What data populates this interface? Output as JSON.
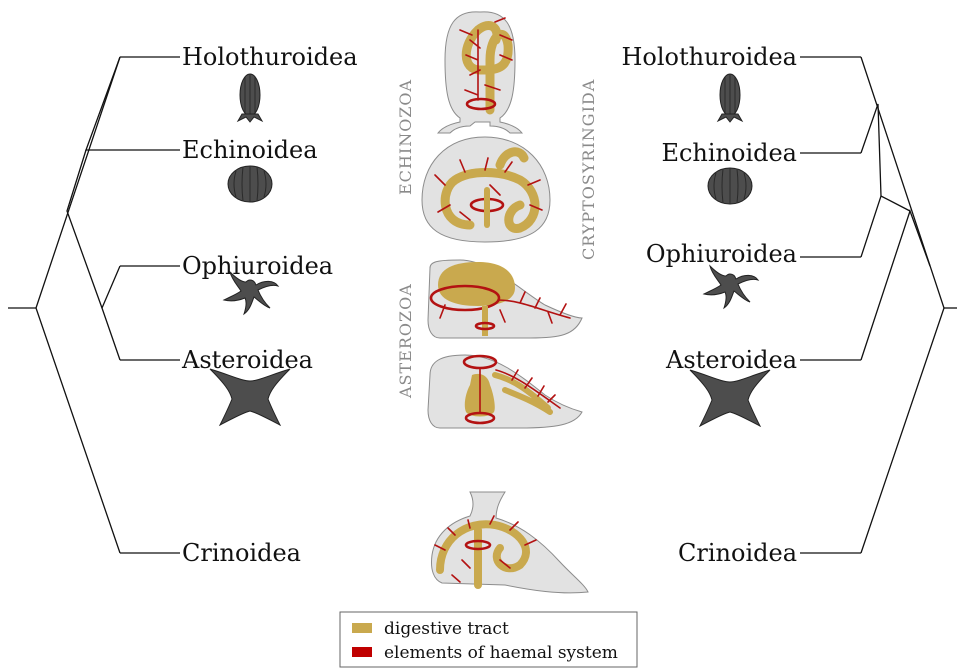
{
  "left_tree": {
    "taxa": [
      "Holothuroidea",
      "Echinoidea",
      "Ophiuroidea",
      "Asteroidea",
      "Crinoidea"
    ]
  },
  "right_tree": {
    "taxa": [
      "Holothuroidea",
      "Echinoidea",
      "Ophiuroidea",
      "Asteroidea",
      "Crinoidea"
    ]
  },
  "clade_labels": {
    "echinozoa": "ECHINOZOA",
    "asterozoa": "ASTEROZOA",
    "cryptosyringida": "CRYPTOSYRINGIDA"
  },
  "legend": {
    "items": [
      {
        "label": "digestive tract",
        "color": "#c9a94e"
      },
      {
        "label": "elements of haemal system",
        "color": "#c00000"
      }
    ]
  },
  "colors": {
    "animal_silhouette": "#4d4d4d",
    "body_outline": "#e2e2e2",
    "digestive_tract": "#c9a94e",
    "haemal_system": "#b31212"
  }
}
